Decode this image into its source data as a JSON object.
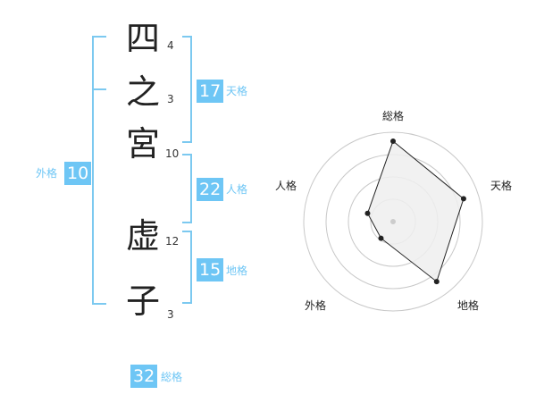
{
  "name": {
    "characters": [
      {
        "char": "四",
        "strokes": "4"
      },
      {
        "char": "之",
        "strokes": "3"
      },
      {
        "char": "宮",
        "strokes": "10"
      },
      {
        "char": "虚",
        "strokes": "12"
      },
      {
        "char": "子",
        "strokes": "3"
      }
    ]
  },
  "fortunes": {
    "tenkaku": {
      "value": "17",
      "label": "天格"
    },
    "jinkaku": {
      "value": "22",
      "label": "人格"
    },
    "chikaku": {
      "value": "15",
      "label": "地格"
    },
    "gaikaku": {
      "value": "10",
      "label": "外格"
    },
    "soukaku": {
      "value": "32",
      "label": "総格"
    }
  },
  "colors": {
    "accent": "#6ec6f5",
    "text": "#222222"
  },
  "chart_data": {
    "type": "radar",
    "axes": [
      "総格",
      "天格",
      "地格",
      "外格",
      "人格"
    ],
    "values": [
      0.9,
      0.83,
      0.83,
      0.23,
      0.3
    ],
    "max": 1
  }
}
